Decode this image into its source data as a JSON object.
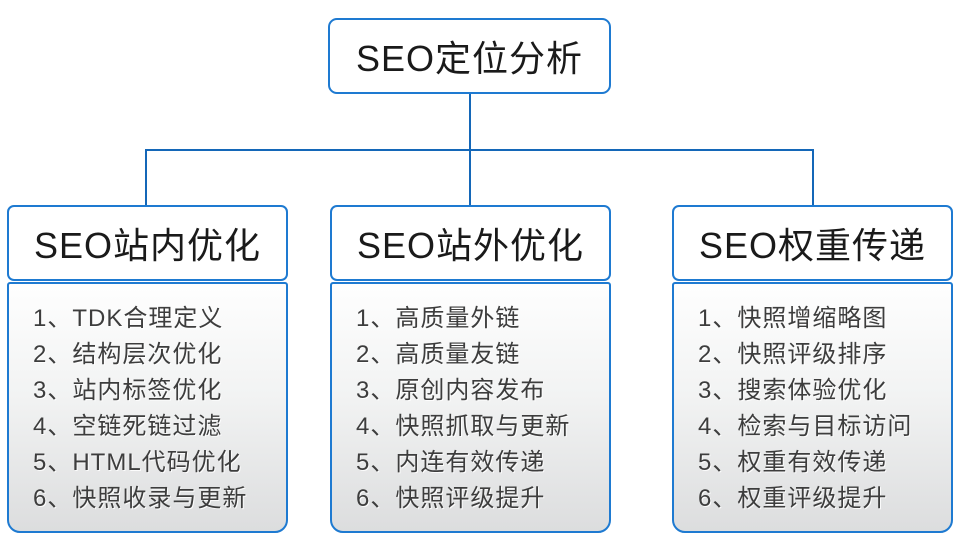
{
  "colors": {
    "accent_border": "#1e7ad1",
    "connector_line": "#1467b8",
    "header_text": "#1a1a1a",
    "item_text": "#3d3d3d",
    "list_gradient_top": "#fefefe",
    "list_gradient_bottom": "#dcddde",
    "background": "#ffffff"
  },
  "root": {
    "label": "SEO定位分析"
  },
  "columns": [
    {
      "title": "SEO站内优化",
      "items": [
        "1、TDK合理定义",
        "2、结构层次优化",
        "3、站内标签优化",
        "4、空链死链过滤",
        "5、HTML代码优化",
        "6、快照收录与更新"
      ]
    },
    {
      "title": "SEO站外优化",
      "items": [
        "1、高质量外链",
        "2、高质量友链",
        "3、原创内容发布",
        "4、快照抓取与更新",
        "5、内连有效传递",
        "6、快照评级提升"
      ]
    },
    {
      "title": "SEO权重传递",
      "items": [
        "1、快照增缩略图",
        "2、快照评级排序",
        "3、搜索体验优化",
        "4、检索与目标访问",
        "5、权重有效传递",
        "6、权重评级提升"
      ]
    }
  ]
}
